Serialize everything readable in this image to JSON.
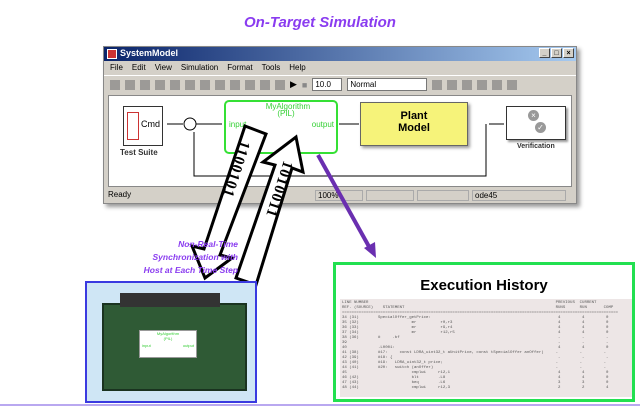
{
  "title": "On-Target Simulation",
  "window": {
    "title": "SystemModel",
    "menu": [
      "File",
      "Edit",
      "View",
      "Simulation",
      "Format",
      "Tools",
      "Help"
    ],
    "stop_time": "10.0",
    "mode": "Normal",
    "status": {
      "state": "Ready",
      "zoom": "100%",
      "solver": "ode45"
    }
  },
  "model": {
    "test_suite": "Test Suite",
    "cmd": "Cmd",
    "algorithm": "MyAlgorithm",
    "algorithm_sub": "(PIL)",
    "input": "input",
    "output": "output",
    "plant": "Plant",
    "plant2": "Model",
    "verification": "Verification"
  },
  "arrows": {
    "down_bits": "1100101",
    "up_bits": "1010011"
  },
  "note": [
    "Non-Real-Time",
    "Synchronization with",
    "Host at Each Time Step"
  ],
  "board": {
    "algorithm": "MyAlgorithm",
    "sub": "(PIL)",
    "input": "input",
    "output": "output"
  },
  "history": {
    "title": "Execution History",
    "table": "LINE NUMBER                                                                              PREVIOUS  CURRENT\nREF. (SOURCE)    STATEMENT                                                               RUNS      RUN       COMP\n===================================================================================================================\n34 (31)        SpecialOffer_getPrice:                                                     4         4         0\n35 (32)                      mr          r0,r3                                            4         4         0\n36 (33)                      mr          r9,r4                                            4         4         0\n37 (34)                      mr          r12,r5                                           4         4         0\n38 (36)        #     .bf                                                                  -         -         -\n39                                                                                        -         -         -\n40             .L0001:                                                                    4         4         0\n41 (38)        #17:     const LDRA_uint32_t aUnitPrice, const tSpecialOffer anOffer)     -         -         -\n42 (39)        #18: {                                                                     -         -         -\n43 (40)        #19:   LDRA_uint32_t price;                                               -         -         -\n44 (41)        #20:   switch (anOffer)                                                   -         -         -\n45                           cmplwi     r12,1                                             4         4         0\n46 (42)                      blt        .L8                                               4         4         0\n47 (43)                      beq        .L6                                               3         3         0\n48 (44)                      cmplwi     r12,3                                             2         2         4"
  }
}
